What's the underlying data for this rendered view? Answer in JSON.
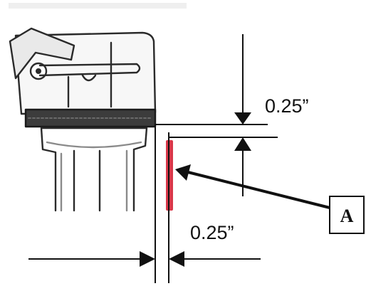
{
  "dimension_top": "0.25”",
  "dimension_bottom": "0.25”",
  "callout_label": "A",
  "colors": {
    "marker": "#d9384a",
    "line": "#111111",
    "background": "#ffffff"
  }
}
